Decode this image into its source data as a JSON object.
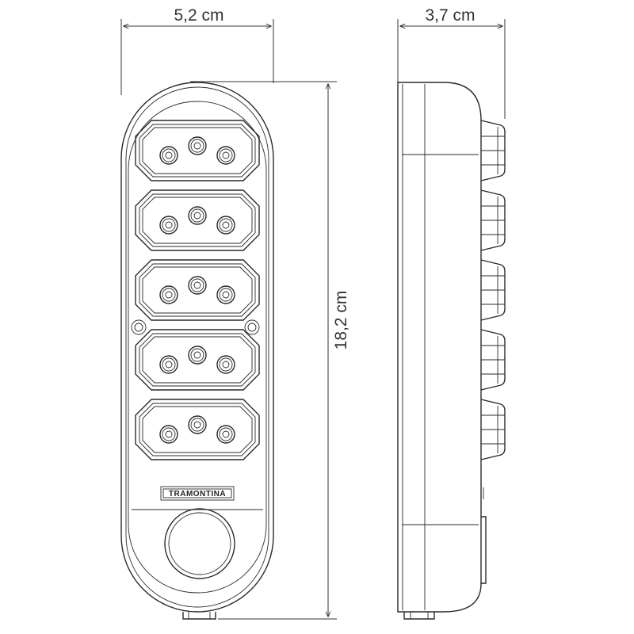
{
  "dimensions": {
    "width": "5,2 cm",
    "depth": "3,7 cm",
    "height": "18,2 cm"
  },
  "brand": "TRAMONTINA",
  "front_view": {
    "socket_count": 5
  },
  "colors": {
    "line": "#2a2a2a",
    "dimension": "#333333",
    "background": "#ffffff"
  }
}
